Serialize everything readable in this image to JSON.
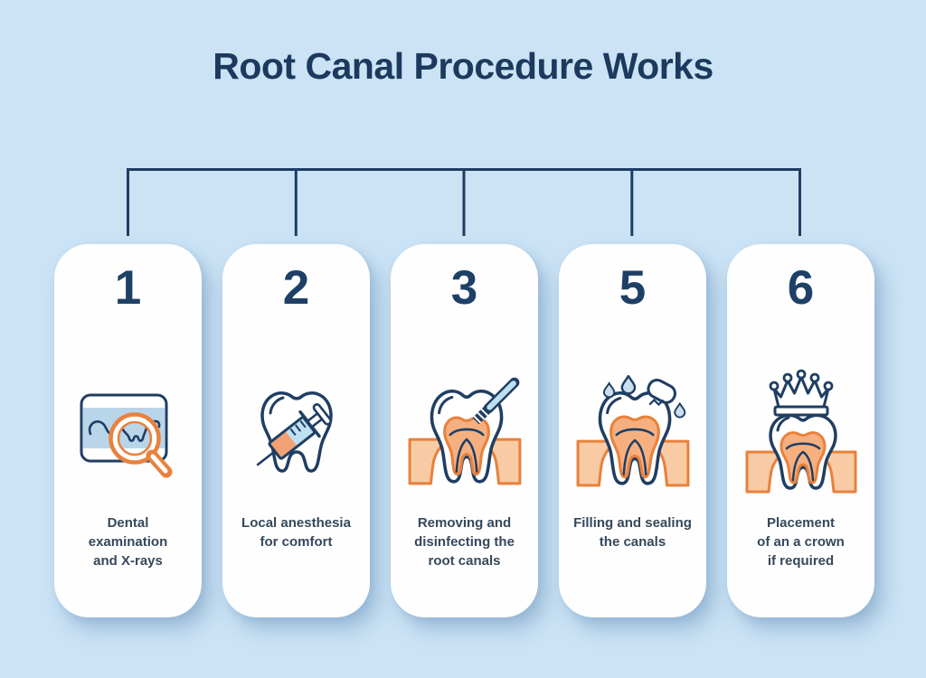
{
  "title": "Root Canal Procedure Works",
  "palette": {
    "background": "#cbe3f5",
    "card": "#fefefe",
    "title_color": "#1c3a5e",
    "number_color": "#1e4066",
    "caption_color": "#35495c",
    "line_color": "#1d3e63",
    "icon_navy": "#1f3e63",
    "icon_orange": "#e8813c",
    "icon_peach": "#f8cba4",
    "icon_pulp": "#f6b080",
    "icon_light_blue": "#bfe0f2",
    "icon_droplet_blue": "#ccdeee"
  },
  "steps": [
    {
      "number": "1",
      "icon": "xray-magnifier-icon",
      "caption": "Dental\nexamination\nand X-rays"
    },
    {
      "number": "2",
      "icon": "tooth-syringe-icon",
      "caption": "Local anesthesia\nfor comfort"
    },
    {
      "number": "3",
      "icon": "tooth-root-file-icon",
      "caption": "Removing and\ndisinfecting the\nroot canals"
    },
    {
      "number": "5",
      "icon": "tooth-rinse-droplets-icon",
      "caption": "Filling and sealing\nthe canals"
    },
    {
      "number": "6",
      "icon": "tooth-crown-icon",
      "caption": "Placement\nof an a crown\nif required"
    }
  ]
}
